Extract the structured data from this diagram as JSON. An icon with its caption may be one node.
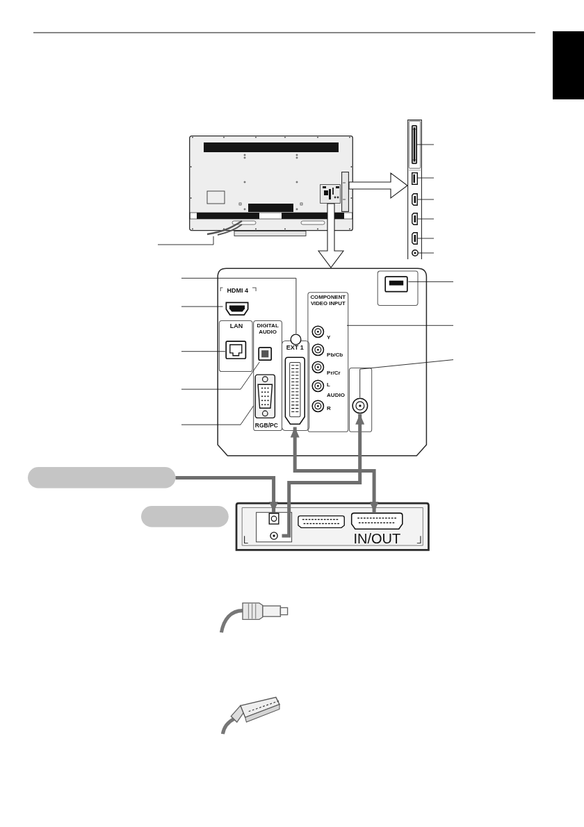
{
  "diagram": {
    "nodes": [
      {
        "text": [],
        "shape": "picture"
      },
      {
        "text": [],
        "shape": "picture",
        "in": 0
      },
      {
        "text": [],
        "shape": "picture",
        "in": 0
      },
      {
        "text": [],
        "shape": "picture",
        "in": 0
      },
      {
        "text": [],
        "shape": "picture"
      },
      {
        "text": [],
        "shape": "picture",
        "in": 4
      },
      {
        "text": [],
        "shape": "picture",
        "in": 4
      },
      {
        "text": [],
        "shape": "picture",
        "in": 4
      },
      {
        "text": [],
        "shape": "picture",
        "in": 4
      },
      {
        "text": [],
        "shape": "picture",
        "in": 4
      },
      {
        "text": [],
        "shape": "picture",
        "in": 4
      },
      {
        "text": [],
        "shape": "picture"
      },
      {
        "text": [],
        "shape": "circle",
        "in": 11
      },
      {
        "text": [
          "HDMI 4"
        ],
        "in": 11
      },
      {
        "text": [
          "LAN"
        ],
        "in": 11
      },
      {
        "text": [
          "DIGITAL AUDIO"
        ],
        "in": 11
      },
      {
        "text": [
          "RGB/PC"
        ],
        "in": 11
      },
      {
        "text": [
          "EXT 1"
        ],
        "in": 11
      },
      {
        "text": [
          "COMPONENT VIDEO INPUT",
          "Y",
          "Pb/Cb",
          "Pr/Cr",
          "L",
          "AUDIO",
          "R"
        ],
        "in": 11
      },
      {
        "text": [],
        "shape": "picture",
        "in": 11
      },
      {
        "text": [],
        "shape": "picture",
        "in": 11
      },
      {
        "text": [],
        "shape": "box"
      },
      {
        "text": [],
        "shape": "box"
      },
      {
        "text": [],
        "shape": "picture"
      },
      {
        "text": [],
        "shape": "picture",
        "in": 23
      },
      {
        "text": [
          "IN/OUT"
        ],
        "in": 23
      },
      {
        "text": [],
        "shape": "bar"
      }
    ],
    "edges": [
      {
        "from": 2,
        "to": 4,
        "arrow": "to"
      },
      {
        "from": 3,
        "to": 11,
        "arrow": "to"
      },
      {
        "from": null,
        "to": 1,
        "arrow": "none"
      },
      {
        "from": null,
        "to": 5,
        "arrow": "none"
      },
      {
        "from": null,
        "to": 6,
        "arrow": "none"
      },
      {
        "from": null,
        "to": 7,
        "arrow": "none"
      },
      {
        "from": null,
        "to": 8,
        "arrow": "none"
      },
      {
        "from": null,
        "to": 9,
        "arrow": "none"
      },
      {
        "from": null,
        "to": 10,
        "arrow": "none"
      },
      {
        "from": null,
        "to": 12,
        "arrow": "none"
      },
      {
        "from": null,
        "to": 13,
        "arrow": "none"
      },
      {
        "from": null,
        "to": 14,
        "arrow": "none"
      },
      {
        "from": null,
        "to": 15,
        "arrow": "none"
      },
      {
        "from": null,
        "to": 16,
        "arrow": "none"
      },
      {
        "from": null,
        "to": 20,
        "arrow": "none"
      },
      {
        "from": null,
        "to": 18,
        "arrow": "none"
      },
      {
        "from": null,
        "to": 19,
        "arrow": "none"
      },
      {
        "from": 21,
        "to": 24,
        "arrow": "to",
        "style": "thick",
        "color": "#6e6e6e"
      },
      {
        "from": 17,
        "to": 25,
        "arrow": "both",
        "style": "thick",
        "color": "#6e6e6e"
      },
      {
        "from": 24,
        "to": 19,
        "arrow": "to",
        "style": "thick",
        "color": "#6e6e6e"
      }
    ]
  }
}
